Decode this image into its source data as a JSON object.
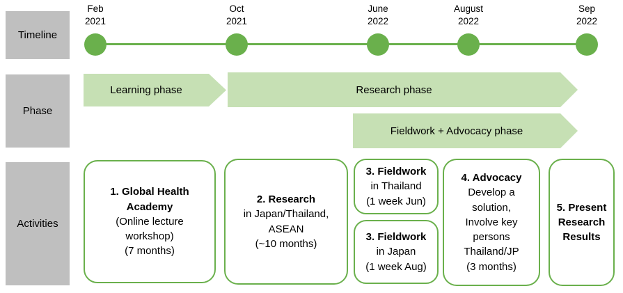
{
  "row_labels": {
    "timeline": "Timeline",
    "phase": "Phase",
    "activities": "Activities"
  },
  "timeline": {
    "milestones": [
      {
        "month": "Feb",
        "year": "2021"
      },
      {
        "month": "Oct",
        "year": "2021"
      },
      {
        "month": "June",
        "year": "2022"
      },
      {
        "month": "August",
        "year": "2022"
      },
      {
        "month": "Sep",
        "year": "2022"
      }
    ]
  },
  "phases": [
    {
      "label": "Learning phase"
    },
    {
      "label": "Research phase"
    },
    {
      "label": "Fieldwork + Advocacy phase"
    }
  ],
  "activities": [
    {
      "title": "1. Global Health Academy",
      "line1": "(Online lecture workshop)",
      "line2": "(7 months)",
      "line3": "",
      "line4": ""
    },
    {
      "title": "2. Research",
      "line1": "in Japan/Thailand,",
      "line2": "ASEAN",
      "line3": "(~10 months)",
      "line4": ""
    },
    {
      "title": "3. Fieldwork",
      "line1": "in Thailand",
      "line2": "(1 week Jun)",
      "line3": "",
      "line4": ""
    },
    {
      "title": "3. Fieldwork",
      "line1": "in Japan",
      "line2": "(1 week Aug)",
      "line3": "",
      "line4": ""
    },
    {
      "title": "4. Advocacy",
      "line1": "Develop a solution,",
      "line2": "Involve key persons",
      "line3": "Thailand/JP",
      "line4": "(3 months)"
    },
    {
      "title": "5. Present Research Results",
      "line1": "",
      "line2": "",
      "line3": "",
      "line4": ""
    }
  ],
  "colors": {
    "accent_green": "#6ab04c",
    "light_green": "#c6e0b4",
    "label_gray": "#bfbfbf"
  }
}
